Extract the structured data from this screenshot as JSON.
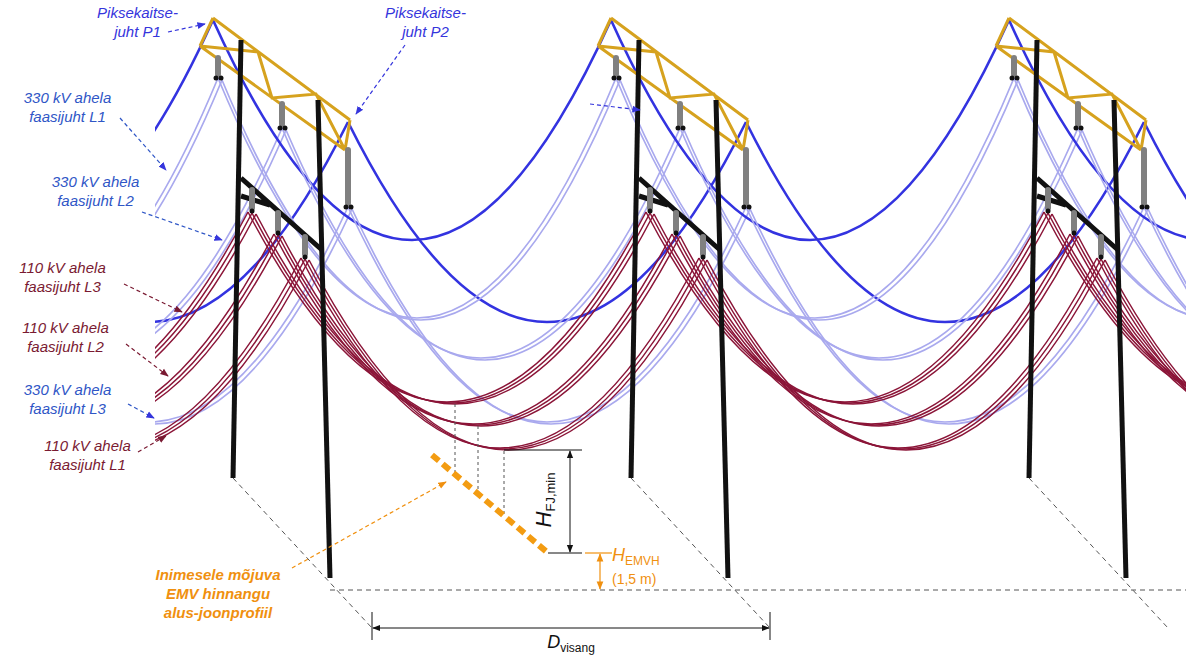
{
  "diagram": {
    "labels": [
      "Piksekaitse- juht P1",
      "Piksekaitse- juht P2",
      "330 kV ahela faasijuht L1",
      "330 kV ahela faasijuht L2",
      "110 kV ahela faasijuht L3",
      "110 kV ahela faasijuht L2",
      "330 kV ahela faasijuht L3",
      "110 kV ahela faasijuht L1",
      "Inimesele mõjuva EMV hinnangu alus-joonprofiil",
      "H",
      "FJ,min",
      "H",
      "EMVH",
      "(1,5 m)",
      "D",
      "visang"
    ]
  }
}
